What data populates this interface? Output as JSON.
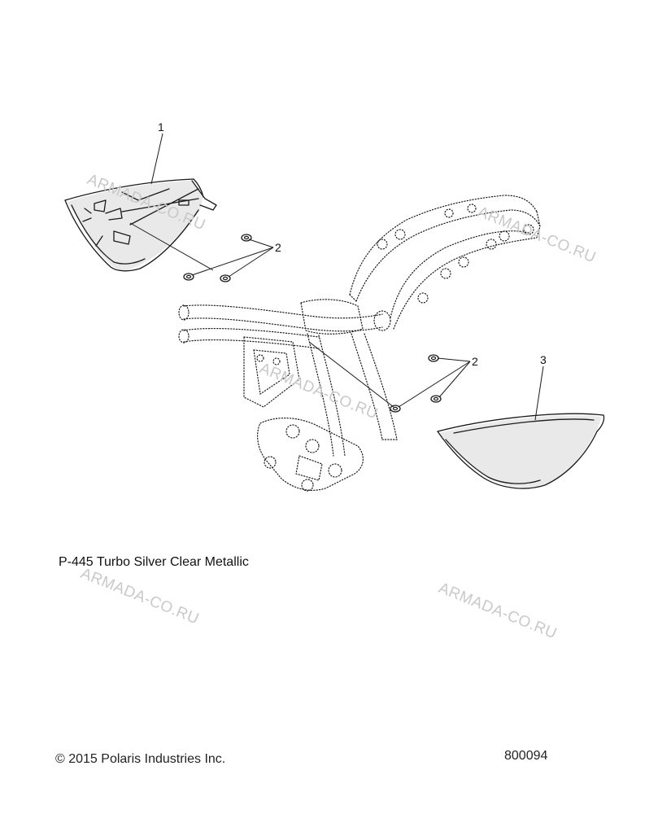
{
  "callouts": {
    "c1": "1",
    "c2a": "2",
    "c2b": "2",
    "c3": "3"
  },
  "caption": "P-445  Turbo Silver Clear Metallic",
  "footer": {
    "copyright": "© 2015 Polaris Industries Inc.",
    "diagram_id": "800094"
  },
  "watermarks": [
    "ARMADA-CO.RU",
    "ARMADA-CO.RU",
    "ARMADA-CO.RU",
    "ARMADA-CO.RU",
    "ARMADA-CO.RU"
  ]
}
